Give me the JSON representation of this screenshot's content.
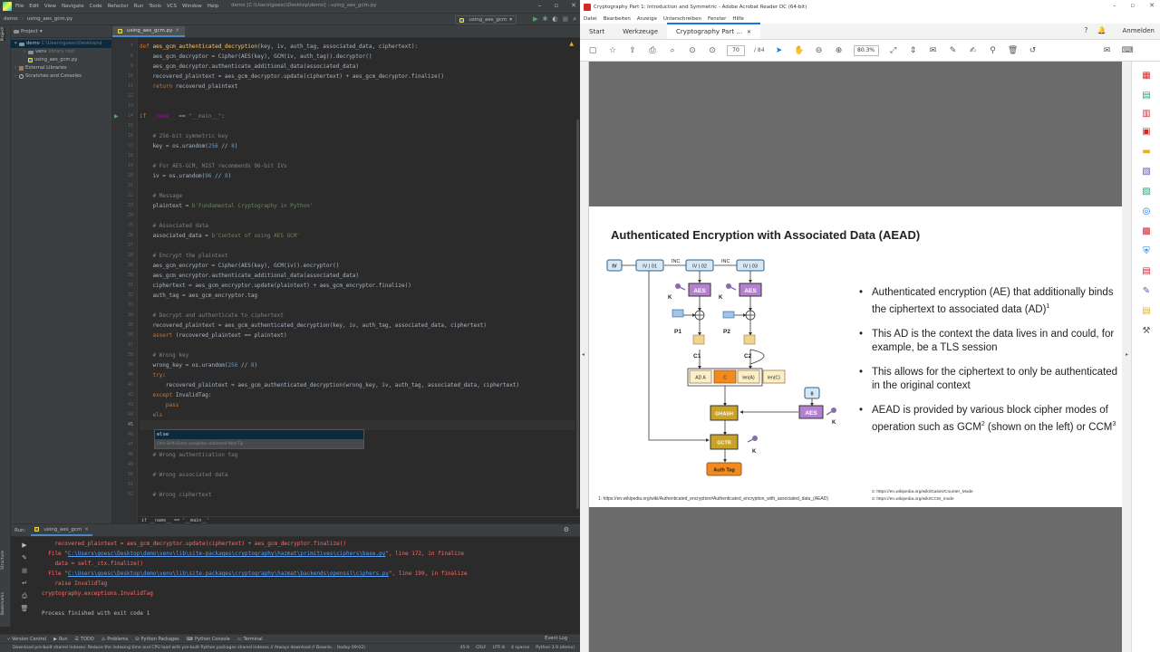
{
  "ide": {
    "menu": [
      "File",
      "Edit",
      "View",
      "Navigate",
      "Code",
      "Refactor",
      "Run",
      "Tools",
      "VCS",
      "Window",
      "Help"
    ],
    "window_title": "demo [C:\\Users\\goesc\\Desktop\\demo] - using_aes_gcm.py",
    "breadcrumb": [
      "demo",
      "using_aes_gcm.py"
    ],
    "run_config": "using_aes_gcm",
    "project_panel_title": "Project",
    "project_tree": [
      {
        "label": "demo",
        "path": "C:\\Users\\goesc\\Desktop\\d",
        "icon": "folder-icon",
        "indent": 0
      },
      {
        "label": "venv",
        "path": "library root",
        "icon": "folder-icon",
        "indent": 1
      },
      {
        "label": "using_aes_gcm.py",
        "path": "",
        "icon": "python-file-icon",
        "indent": 1
      },
      {
        "label": "External Libraries",
        "path": "",
        "icon": "library-icon",
        "indent": 0
      },
      {
        "label": "Scratches and Consoles",
        "path": "",
        "icon": "scratch-icon",
        "indent": 0
      }
    ],
    "editor_tab": "using_aes_gcm.py",
    "code_lines": [
      {
        "n": "7",
        "html": "<span class=\"c-kw\">def </span><span class=\"c-fn\">aes_gcm_authenticated_decryption</span>(key, iv, auth_tag, associated_data, ciphertext):"
      },
      {
        "n": "8",
        "html": "    aes_gcm_decryptor = Cipher(AES(key), GCM(iv, auth_tag)).decryptor()"
      },
      {
        "n": "9",
        "html": "    aes_gcm_decryptor.authenticate_additional_data(associated_data)"
      },
      {
        "n": "10",
        "html": "    recovered_plaintext = aes_gcm_decryptor.update(ciphertext) + aes_gcm_decryptor.finalize()"
      },
      {
        "n": "11",
        "html": "    <span class=\"c-kw\">return </span>recovered_plaintext"
      },
      {
        "n": "12",
        "html": ""
      },
      {
        "n": "13",
        "html": ""
      },
      {
        "n": "14",
        "html": "<span class=\"c-kw\">if </span><span class=\"c-dunder\">__name__</span> == <span class=\"c-str\">\"__main__\"</span>:"
      },
      {
        "n": "15",
        "html": ""
      },
      {
        "n": "16",
        "html": "    <span class=\"c-cm\"># 256-bit symmetric key</span>"
      },
      {
        "n": "17",
        "html": "    key = os.urandom(<span class=\"c-num\">256</span> // <span class=\"c-num\">8</span>)"
      },
      {
        "n": "18",
        "html": ""
      },
      {
        "n": "19",
        "html": "    <span class=\"c-cm\"># For AES-GCM, NIST recommends 96-bit IVs</span>"
      },
      {
        "n": "20",
        "html": "    iv = os.urandom(<span class=\"c-num\">96</span> // <span class=\"c-num\">8</span>)"
      },
      {
        "n": "21",
        "html": ""
      },
      {
        "n": "22",
        "html": "    <span class=\"c-cm\"># Message</span>"
      },
      {
        "n": "23",
        "html": "    plaintext = <span class=\"c-str\">b'Fundamental Cryptography in Python'</span>"
      },
      {
        "n": "24",
        "html": ""
      },
      {
        "n": "25",
        "html": "    <span class=\"c-cm\"># Associated data</span>"
      },
      {
        "n": "26",
        "html": "    associated_data = <span class=\"c-str\">b'Context of using AES GCM'</span>"
      },
      {
        "n": "27",
        "html": ""
      },
      {
        "n": "28",
        "html": "    <span class=\"c-cm\"># Encrypt the plaintext</span>"
      },
      {
        "n": "29",
        "html": "    aes_gcm_encryptor = Cipher(AES(key), GCM(iv)).encryptor()"
      },
      {
        "n": "30",
        "html": "    aes_gcm_encryptor.authenticate_additional_data(associated_data)"
      },
      {
        "n": "31",
        "html": "    ciphertext = aes_gcm_encryptor.update(plaintext) + aes_gcm_encryptor.finalize()"
      },
      {
        "n": "32",
        "html": "    auth_tag = aes_gcm_encryptor.tag"
      },
      {
        "n": "33",
        "html": ""
      },
      {
        "n": "34",
        "html": "    <span class=\"c-cm\"># Decrypt and authenticate to ciphertext</span>"
      },
      {
        "n": "35",
        "html": "    recovered_plaintext = aes_gcm_authenticated_decryption(key, iv, auth_tag, associated_data, ciphertext)"
      },
      {
        "n": "36",
        "html": "    <span class=\"c-kw\">assert </span>(recovered_plaintext == plaintext)"
      },
      {
        "n": "37",
        "html": ""
      },
      {
        "n": "38",
        "html": "    <span class=\"c-cm\"># Wrong key</span>"
      },
      {
        "n": "39",
        "html": "    wrong_key = os.urandom(<span class=\"c-num\">256</span> // <span class=\"c-num\">8</span>)"
      },
      {
        "n": "40",
        "html": "    <span class=\"c-kw\">try</span>:"
      },
      {
        "n": "41",
        "html": "        recovered_plaintext = aes_gcm_authenticated_decryption(wrong_key, iv, auth_tag, associated_data, ciphertext)"
      },
      {
        "n": "42",
        "html": "    <span class=\"c-kw\">except </span>InvalidTag:"
      },
      {
        "n": "43",
        "html": "        <span class=\"c-kw\">pass</span>"
      },
      {
        "n": "44",
        "html": "    <span class=\"c-kw\">els</span>"
      },
      {
        "n": "45",
        "html": ""
      },
      {
        "n": "46",
        "html": ""
      },
      {
        "n": "47",
        "html": ""
      },
      {
        "n": "48",
        "html": "    <span class=\"c-cm\"># Wrong authentication tag</span>"
      },
      {
        "n": "49",
        "html": ""
      },
      {
        "n": "50",
        "html": "    <span class=\"c-cm\"># Wrong associated data</span>"
      },
      {
        "n": "51",
        "html": ""
      },
      {
        "n": "52",
        "html": "    <span class=\"c-cm\"># Wrong ciphertext</span>"
      }
    ],
    "current_line": "45",
    "autocomplete_item": "else",
    "autocomplete_hint": "Ctrl+Shift+Enter completes statement  Next Tip",
    "editor_breadcrumb": "if __name__ == '__main__'",
    "run_label": "Run:",
    "run_tab": "using_aes_gcm",
    "output_lines": [
      {
        "cls": "",
        "html": "    recovered_plaintext = aes_gcm_decryptor.update(ciphertext) + aes_gcm_decryptor.finalize()"
      },
      {
        "cls": "",
        "html": "  File \"<span class=\"link\">C:\\Users\\goesc\\Desktop\\demo\\venv\\lib\\site-packages\\cryptography\\hazmat\\primitives\\ciphers\\base.py</span>\", line 172, in finalize"
      },
      {
        "cls": "",
        "html": "    data = self._ctx.finalize()"
      },
      {
        "cls": "",
        "html": "  File \"<span class=\"link\">C:\\Users\\goesc\\Desktop\\demo\\venv\\lib\\site-packages\\cryptography\\hazmat\\backends\\openssl\\ciphers.py</span>\", line 199, in finalize"
      },
      {
        "cls": "",
        "html": "    raise InvalidTag"
      },
      {
        "cls": "",
        "html": "cryptography.exceptions.InvalidTag"
      },
      {
        "cls": "normal",
        "html": ""
      },
      {
        "cls": "normal",
        "html": "Process finished with exit code 1"
      }
    ],
    "bottom_tabs": [
      "Version Control",
      "Run",
      "TODO",
      "Problems",
      "Python Packages",
      "Python Console",
      "Terminal"
    ],
    "event_log": "Event Log",
    "status_left": "Download pre-built shared indexes: Reduce the indexing time and CPU load with pre-built Python packages shared indexes // Always download // Downlo... (today 09:02)",
    "status_right": [
      "45:9",
      "CRLF",
      "UTF-8",
      "4 spaces",
      "Python 3.9 (demo)"
    ],
    "left_strip_labels": [
      "Project",
      "Structure",
      "Bookmarks"
    ]
  },
  "acrobat": {
    "window_title": "Cryptography Part 1: Introduction and Symmetric - Adobe Acrobat Reader DC (64-bit)",
    "menu": [
      "Datei",
      "Bearbeiten",
      "Anzeige",
      "Unterschreiben",
      "Fenster",
      "Hilfe"
    ],
    "tabs": [
      "Start",
      "Werkzeuge",
      "Cryptography Part ..."
    ],
    "login_label": "Anmelden",
    "page_current": "70",
    "page_total": "/ 84",
    "zoom": "80.3%",
    "slide": {
      "title": "Authenticated Encryption with Associated Data (AEAD)",
      "bullets": [
        {
          "html": "Authenticated encryption (AE) that additionally binds the ciphertext to associated data (AD)<sup>1</sup>"
        },
        {
          "html": "This AD is the context the data lives in and could, for example, be a TLS session"
        },
        {
          "html": "This allows for the ciphertext to only be authenticated in the original context"
        },
        {
          "html": "AEAD is provided by various block cipher modes of operation such as GCM<sup>2</sup> (shown on the left) or CCM<sup>3</sup>"
        }
      ],
      "footnote_left": "1: https://en.wikipedia.org/wiki/Authenticated_encryption#Authenticated_encryption_with_associated_data_(AEAD)",
      "footnote_right_1": "2: https://en.wikipedia.org/wiki/Galois/Counter_Mode",
      "footnote_right_2": "3: https://en.wikipedia.org/wiki/CCM_mode",
      "diagram": {
        "iv": "IV",
        "iv1": "IV | 01",
        "iv2": "IV | 02",
        "iv3": "IV | 03",
        "inc": "INC",
        "aes": "AES",
        "k": "K",
        "p1": "P1",
        "p2": "P2",
        "c1": "C1",
        "c2": "C2",
        "ad": "AD A",
        "c": "C",
        "lena": "len(A)",
        "lenc": "len(C)",
        "zero": "0",
        "ghash": "GHASH",
        "gctr": "GCTR",
        "authtag": "Auth Tag"
      }
    }
  }
}
